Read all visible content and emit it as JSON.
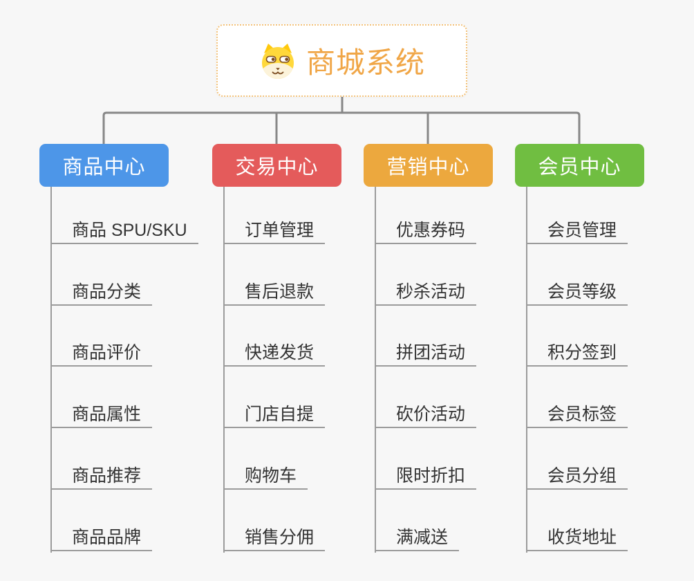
{
  "root": {
    "title": "商城系统",
    "icon": "shiba-dog-icon",
    "accent_color": "#F0A647",
    "border_color": "#F3C27A",
    "background": "#FFFFFF"
  },
  "branches": [
    {
      "label": "商品中心",
      "color": "#4D96E8",
      "items": [
        "商品 SPU/SKU",
        "商品分类",
        "商品评价",
        "商品属性",
        "商品推荐",
        "商品品牌"
      ]
    },
    {
      "label": "交易中心",
      "color": "#E45B5B",
      "items": [
        "订单管理",
        "售后退款",
        "快递发货",
        "门店自提",
        "购物车",
        "销售分佣"
      ]
    },
    {
      "label": "营销中心",
      "color": "#ECA83E",
      "items": [
        "优惠券码",
        "秒杀活动",
        "拼团活动",
        "砍价活动",
        "限时折扣",
        "满减送"
      ]
    },
    {
      "label": "会员中心",
      "color": "#70BE41",
      "items": [
        "会员管理",
        "会员等级",
        "积分签到",
        "会员标签",
        "会员分组",
        "收货地址"
      ]
    }
  ],
  "styles": {
    "connector_color": "#878787",
    "leaf_line_color": "#9B9B9B",
    "canvas_background": "#F7F7F7",
    "leaf_text_color": "#333333"
  }
}
